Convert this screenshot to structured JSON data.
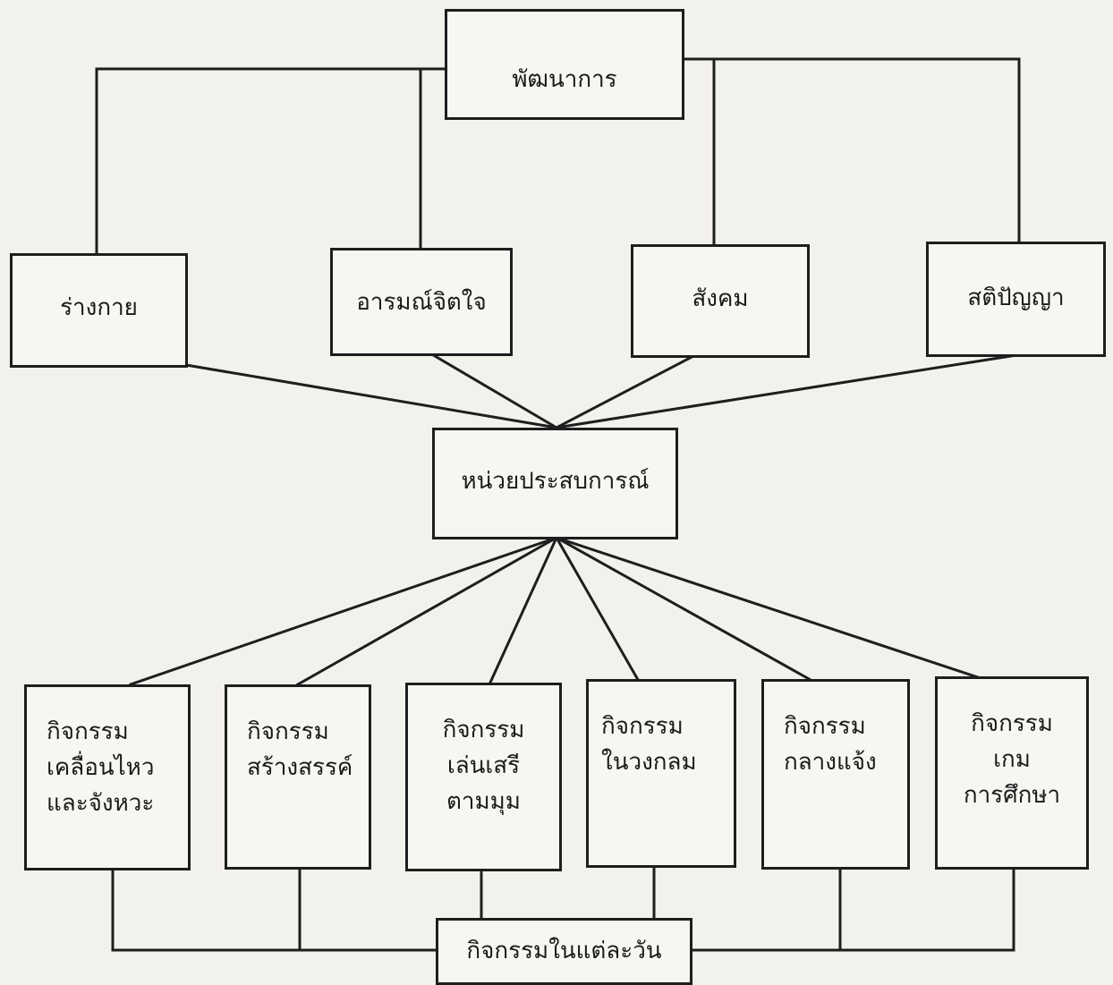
{
  "root": {
    "label": "พัฒนาการ"
  },
  "development_areas": [
    {
      "label": "ร่างกาย"
    },
    {
      "label": "อารมณ์จิตใจ"
    },
    {
      "label": "สังคม"
    },
    {
      "label": "สติปัญญา"
    }
  ],
  "hub": {
    "label": "หน่วยประสบการณ์"
  },
  "activities": [
    {
      "label": "กิจกรรม\nเคลื่อนไหว\nและจังหวะ"
    },
    {
      "label": "กิจกรรม\nสร้างสรรค์"
    },
    {
      "label": "กิจกรรม\nเล่นเสรี\nตามมุม"
    },
    {
      "label": "กิจกรรม\nในวงกลม"
    },
    {
      "label": "กิจกรรม\nกลางแจ้ง"
    },
    {
      "label": "กิจกรรม\nเกม\nการศึกษา"
    }
  ],
  "daily": {
    "label": "กิจกรรมในแต่ละวัน"
  }
}
